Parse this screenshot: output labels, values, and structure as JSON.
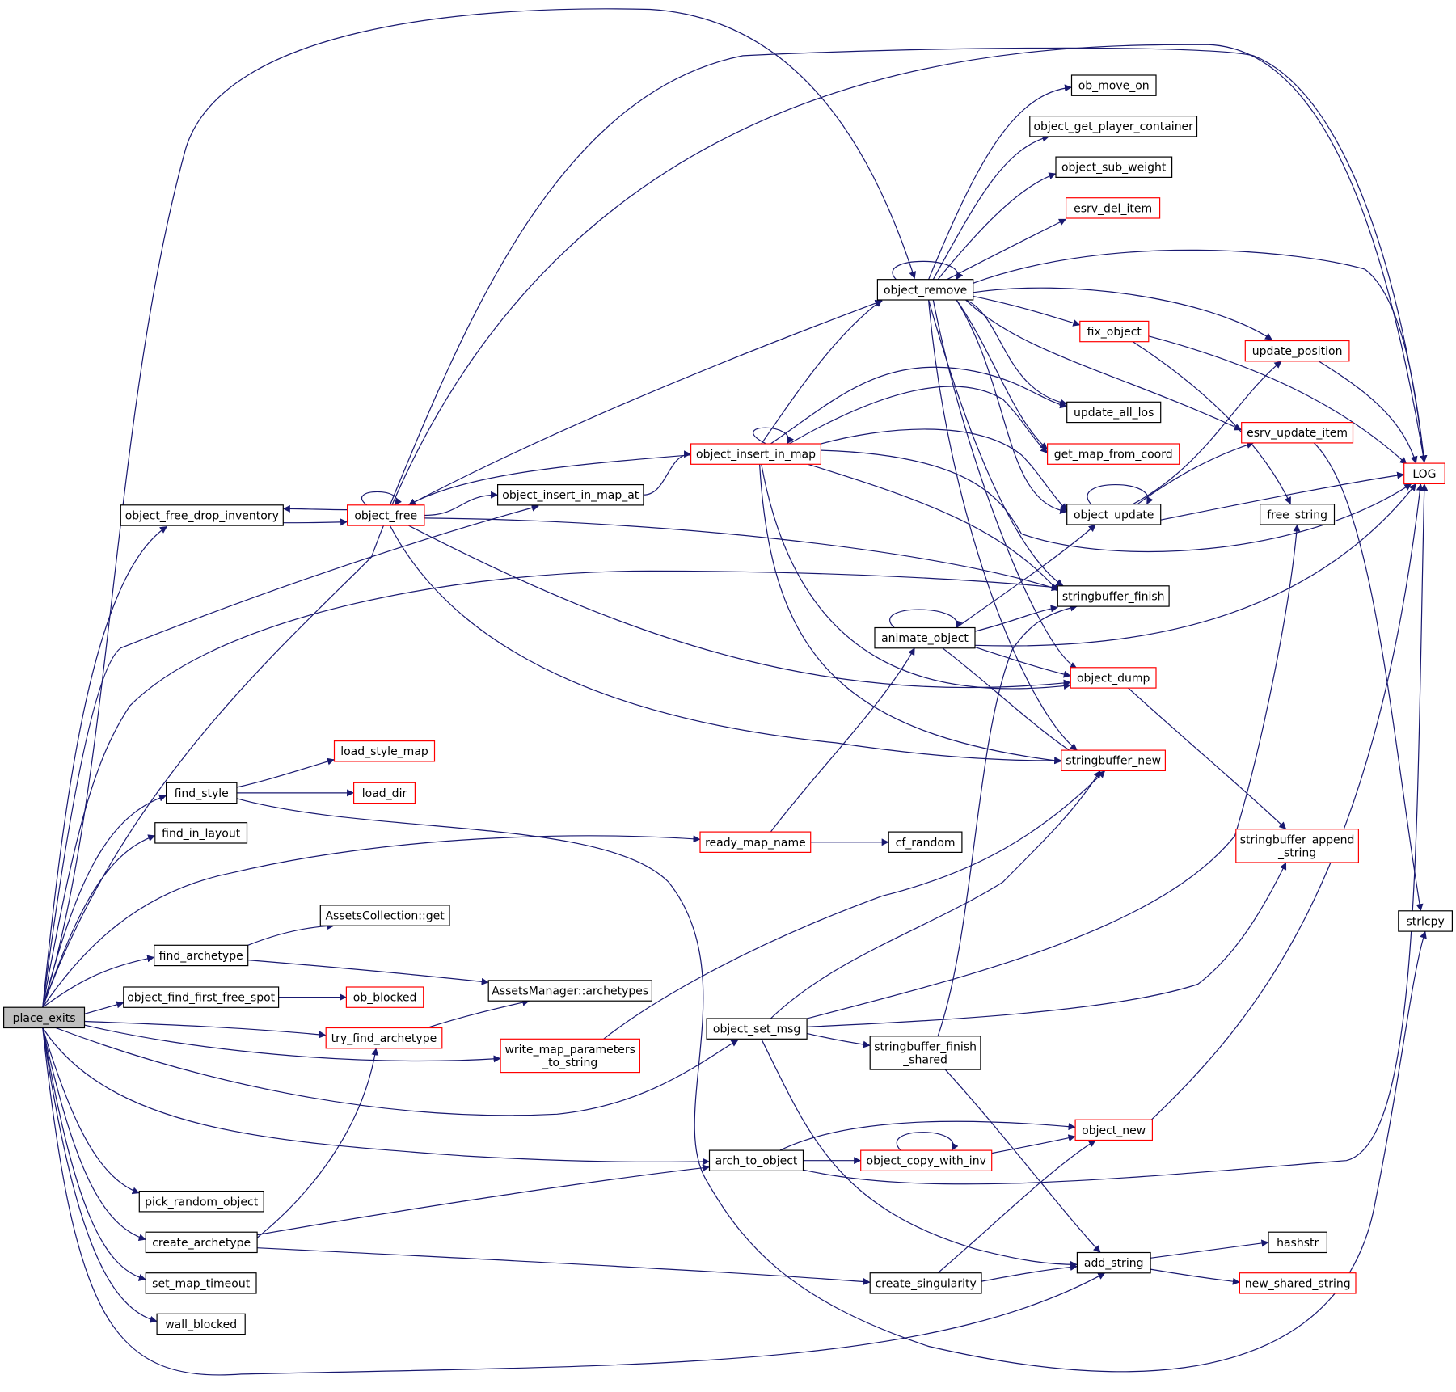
{
  "colors": {
    "edge": "#191970",
    "arrow": "#191970",
    "node_border_default": "#000000",
    "node_border_incomplete": "#ff0000",
    "node_fill_root": "#bfbfbf",
    "node_fill": "#ffffff",
    "text": "#000000"
  },
  "legend_semantics": {
    "red_border": "node has further (truncated) callees",
    "gray_fill": "root function"
  },
  "nodes": [
    {
      "id": "place_exits",
      "label": "place_exits",
      "kind": "root"
    },
    {
      "id": "object_free_drop_inventory",
      "label": "object_free_drop_inventory",
      "kind": "normal"
    },
    {
      "id": "object_free",
      "label": "object_free",
      "kind": "truncated"
    },
    {
      "id": "object_insert_in_map_at",
      "label": "object_insert_in_map_at",
      "kind": "normal"
    },
    {
      "id": "object_insert_in_map",
      "label": "object_insert_in_map",
      "kind": "truncated"
    },
    {
      "id": "object_remove",
      "label": "object_remove",
      "kind": "normal"
    },
    {
      "id": "ob_move_on",
      "label": "ob_move_on",
      "kind": "normal"
    },
    {
      "id": "object_get_player_container",
      "label": "object_get_player_container",
      "kind": "normal"
    },
    {
      "id": "object_sub_weight",
      "label": "object_sub_weight",
      "kind": "normal"
    },
    {
      "id": "esrv_del_item",
      "label": "esrv_del_item",
      "kind": "truncated"
    },
    {
      "id": "fix_object",
      "label": "fix_object",
      "kind": "truncated"
    },
    {
      "id": "update_position",
      "label": "update_position",
      "kind": "truncated"
    },
    {
      "id": "update_all_los",
      "label": "update_all_los",
      "kind": "normal"
    },
    {
      "id": "esrv_update_item",
      "label": "esrv_update_item",
      "kind": "truncated"
    },
    {
      "id": "get_map_from_coord",
      "label": "get_map_from_coord",
      "kind": "truncated"
    },
    {
      "id": "LOG",
      "label": "LOG",
      "kind": "truncated"
    },
    {
      "id": "object_update",
      "label": "object_update",
      "kind": "normal"
    },
    {
      "id": "free_string",
      "label": "free_string",
      "kind": "normal"
    },
    {
      "id": "stringbuffer_finish",
      "label": "stringbuffer_finish",
      "kind": "normal"
    },
    {
      "id": "animate_object",
      "label": "animate_object",
      "kind": "normal"
    },
    {
      "id": "object_dump",
      "label": "object_dump",
      "kind": "truncated"
    },
    {
      "id": "stringbuffer_new",
      "label": "stringbuffer_new",
      "kind": "truncated"
    },
    {
      "id": "find_style",
      "label": "find_style",
      "kind": "normal"
    },
    {
      "id": "load_style_map",
      "label": "load_style_map",
      "kind": "truncated"
    },
    {
      "id": "load_dir",
      "label": "load_dir",
      "kind": "truncated"
    },
    {
      "id": "find_in_layout",
      "label": "find_in_layout",
      "kind": "normal"
    },
    {
      "id": "ready_map_name",
      "label": "ready_map_name",
      "kind": "truncated"
    },
    {
      "id": "cf_random",
      "label": "cf_random",
      "kind": "normal"
    },
    {
      "id": "stringbuffer_append_string",
      "label": [
        "stringbuffer_append",
        "_string"
      ],
      "kind": "truncated"
    },
    {
      "id": "strlcpy",
      "label": "strlcpy",
      "kind": "normal"
    },
    {
      "id": "find_archetype",
      "label": "find_archetype",
      "kind": "normal"
    },
    {
      "id": "AssetsCollection_get",
      "label": "AssetsCollection::get",
      "kind": "normal"
    },
    {
      "id": "AssetsManager_archetypes",
      "label": "AssetsManager::archetypes",
      "kind": "normal"
    },
    {
      "id": "object_find_first_free_spot",
      "label": "object_find_first_free_spot",
      "kind": "normal"
    },
    {
      "id": "ob_blocked",
      "label": "ob_blocked",
      "kind": "truncated"
    },
    {
      "id": "try_find_archetype",
      "label": "try_find_archetype",
      "kind": "truncated"
    },
    {
      "id": "write_map_parameters_to_string",
      "label": [
        "write_map_parameters",
        "_to_string"
      ],
      "kind": "truncated"
    },
    {
      "id": "object_set_msg",
      "label": "object_set_msg",
      "kind": "normal"
    },
    {
      "id": "stringbuffer_finish_shared",
      "label": [
        "stringbuffer_finish",
        "_shared"
      ],
      "kind": "normal"
    },
    {
      "id": "object_new",
      "label": "object_new",
      "kind": "truncated"
    },
    {
      "id": "arch_to_object",
      "label": "arch_to_object",
      "kind": "normal"
    },
    {
      "id": "object_copy_with_inv",
      "label": "object_copy_with_inv",
      "kind": "truncated"
    },
    {
      "id": "pick_random_object",
      "label": "pick_random_object",
      "kind": "normal"
    },
    {
      "id": "create_archetype",
      "label": "create_archetype",
      "kind": "normal"
    },
    {
      "id": "hashstr",
      "label": "hashstr",
      "kind": "normal"
    },
    {
      "id": "add_string",
      "label": "add_string",
      "kind": "normal"
    },
    {
      "id": "new_shared_string",
      "label": "new_shared_string",
      "kind": "truncated"
    },
    {
      "id": "create_singularity",
      "label": "create_singularity",
      "kind": "normal"
    },
    {
      "id": "set_map_timeout",
      "label": "set_map_timeout",
      "kind": "normal"
    },
    {
      "id": "wall_blocked",
      "label": "wall_blocked",
      "kind": "normal"
    }
  ],
  "edges": [
    [
      "place_exits",
      "object_remove"
    ],
    [
      "place_exits",
      "LOG"
    ],
    [
      "place_exits",
      "object_free_drop_inventory"
    ],
    [
      "place_exits",
      "object_insert_in_map_at"
    ],
    [
      "place_exits",
      "stringbuffer_finish"
    ],
    [
      "place_exits",
      "find_style"
    ],
    [
      "place_exits",
      "find_in_layout"
    ],
    [
      "place_exits",
      "ready_map_name"
    ],
    [
      "place_exits",
      "find_archetype"
    ],
    [
      "place_exits",
      "object_find_first_free_spot"
    ],
    [
      "place_exits",
      "try_find_archetype"
    ],
    [
      "place_exits",
      "write_map_parameters_to_string"
    ],
    [
      "place_exits",
      "object_set_msg"
    ],
    [
      "place_exits",
      "arch_to_object"
    ],
    [
      "place_exits",
      "pick_random_object"
    ],
    [
      "place_exits",
      "create_archetype"
    ],
    [
      "place_exits",
      "set_map_timeout"
    ],
    [
      "place_exits",
      "wall_blocked"
    ],
    [
      "place_exits",
      "add_string"
    ],
    [
      "object_free_drop_inventory",
      "object_free"
    ],
    [
      "object_free",
      "object_free_drop_inventory"
    ],
    [
      "object_free",
      "object_free"
    ],
    [
      "object_free",
      "object_insert_in_map_at"
    ],
    [
      "object_free",
      "object_remove"
    ],
    [
      "object_free",
      "stringbuffer_finish"
    ],
    [
      "object_free",
      "object_dump"
    ],
    [
      "object_free",
      "stringbuffer_new"
    ],
    [
      "object_free",
      "LOG"
    ],
    [
      "object_insert_in_map_at",
      "object_insert_in_map"
    ],
    [
      "object_insert_in_map",
      "object_insert_in_map"
    ],
    [
      "object_insert_in_map",
      "object_free"
    ],
    [
      "object_insert_in_map",
      "object_remove"
    ],
    [
      "object_insert_in_map",
      "update_all_los"
    ],
    [
      "object_insert_in_map",
      "get_map_from_coord"
    ],
    [
      "object_insert_in_map",
      "object_update"
    ],
    [
      "object_insert_in_map",
      "LOG"
    ],
    [
      "object_insert_in_map",
      "stringbuffer_finish"
    ],
    [
      "object_insert_in_map",
      "object_dump"
    ],
    [
      "object_insert_in_map",
      "stringbuffer_new"
    ],
    [
      "object_remove",
      "object_remove"
    ],
    [
      "object_remove",
      "ob_move_on"
    ],
    [
      "object_remove",
      "object_get_player_container"
    ],
    [
      "object_remove",
      "object_sub_weight"
    ],
    [
      "object_remove",
      "esrv_del_item"
    ],
    [
      "object_remove",
      "LOG"
    ],
    [
      "object_remove",
      "fix_object"
    ],
    [
      "object_remove",
      "update_position"
    ],
    [
      "object_remove",
      "update_all_los"
    ],
    [
      "object_remove",
      "esrv_update_item"
    ],
    [
      "object_remove",
      "get_map_from_coord"
    ],
    [
      "object_remove",
      "object_update"
    ],
    [
      "object_remove",
      "stringbuffer_finish"
    ],
    [
      "object_remove",
      "object_dump"
    ],
    [
      "object_remove",
      "stringbuffer_new"
    ],
    [
      "fix_object",
      "LOG"
    ],
    [
      "fix_object",
      "free_string"
    ],
    [
      "update_position",
      "LOG"
    ],
    [
      "esrv_update_item",
      "strlcpy"
    ],
    [
      "object_update",
      "object_update"
    ],
    [
      "object_update",
      "update_position"
    ],
    [
      "object_update",
      "esrv_update_item"
    ],
    [
      "object_update",
      "LOG"
    ],
    [
      "animate_object",
      "animate_object"
    ],
    [
      "animate_object",
      "object_update"
    ],
    [
      "animate_object",
      "stringbuffer_finish"
    ],
    [
      "animate_object",
      "LOG"
    ],
    [
      "animate_object",
      "object_dump"
    ],
    [
      "animate_object",
      "stringbuffer_new"
    ],
    [
      "object_dump",
      "stringbuffer_append_string"
    ],
    [
      "find_style",
      "load_style_map"
    ],
    [
      "find_style",
      "load_dir"
    ],
    [
      "find_style",
      "strlcpy"
    ],
    [
      "ready_map_name",
      "animate_object"
    ],
    [
      "ready_map_name",
      "cf_random"
    ],
    [
      "find_archetype",
      "AssetsCollection_get"
    ],
    [
      "find_archetype",
      "AssetsManager_archetypes"
    ],
    [
      "object_find_first_free_spot",
      "ob_blocked"
    ],
    [
      "try_find_archetype",
      "AssetsManager_archetypes"
    ],
    [
      "write_map_parameters_to_string",
      "stringbuffer_new"
    ],
    [
      "object_set_msg",
      "stringbuffer_new"
    ],
    [
      "object_set_msg",
      "free_string"
    ],
    [
      "object_set_msg",
      "stringbuffer_append_string"
    ],
    [
      "object_set_msg",
      "stringbuffer_finish_shared"
    ],
    [
      "object_set_msg",
      "add_string"
    ],
    [
      "stringbuffer_finish_shared",
      "stringbuffer_finish"
    ],
    [
      "stringbuffer_finish_shared",
      "add_string"
    ],
    [
      "object_new",
      "LOG"
    ],
    [
      "arch_to_object",
      "object_new"
    ],
    [
      "arch_to_object",
      "object_copy_with_inv"
    ],
    [
      "arch_to_object",
      "LOG"
    ],
    [
      "object_copy_with_inv",
      "object_copy_with_inv"
    ],
    [
      "object_copy_with_inv",
      "object_new"
    ],
    [
      "create_archetype",
      "try_find_archetype"
    ],
    [
      "create_archetype",
      "arch_to_object"
    ],
    [
      "create_archetype",
      "create_singularity"
    ],
    [
      "create_singularity",
      "object_new"
    ],
    [
      "create_singularity",
      "add_string"
    ],
    [
      "add_string",
      "hashstr"
    ],
    [
      "add_string",
      "new_shared_string"
    ]
  ]
}
